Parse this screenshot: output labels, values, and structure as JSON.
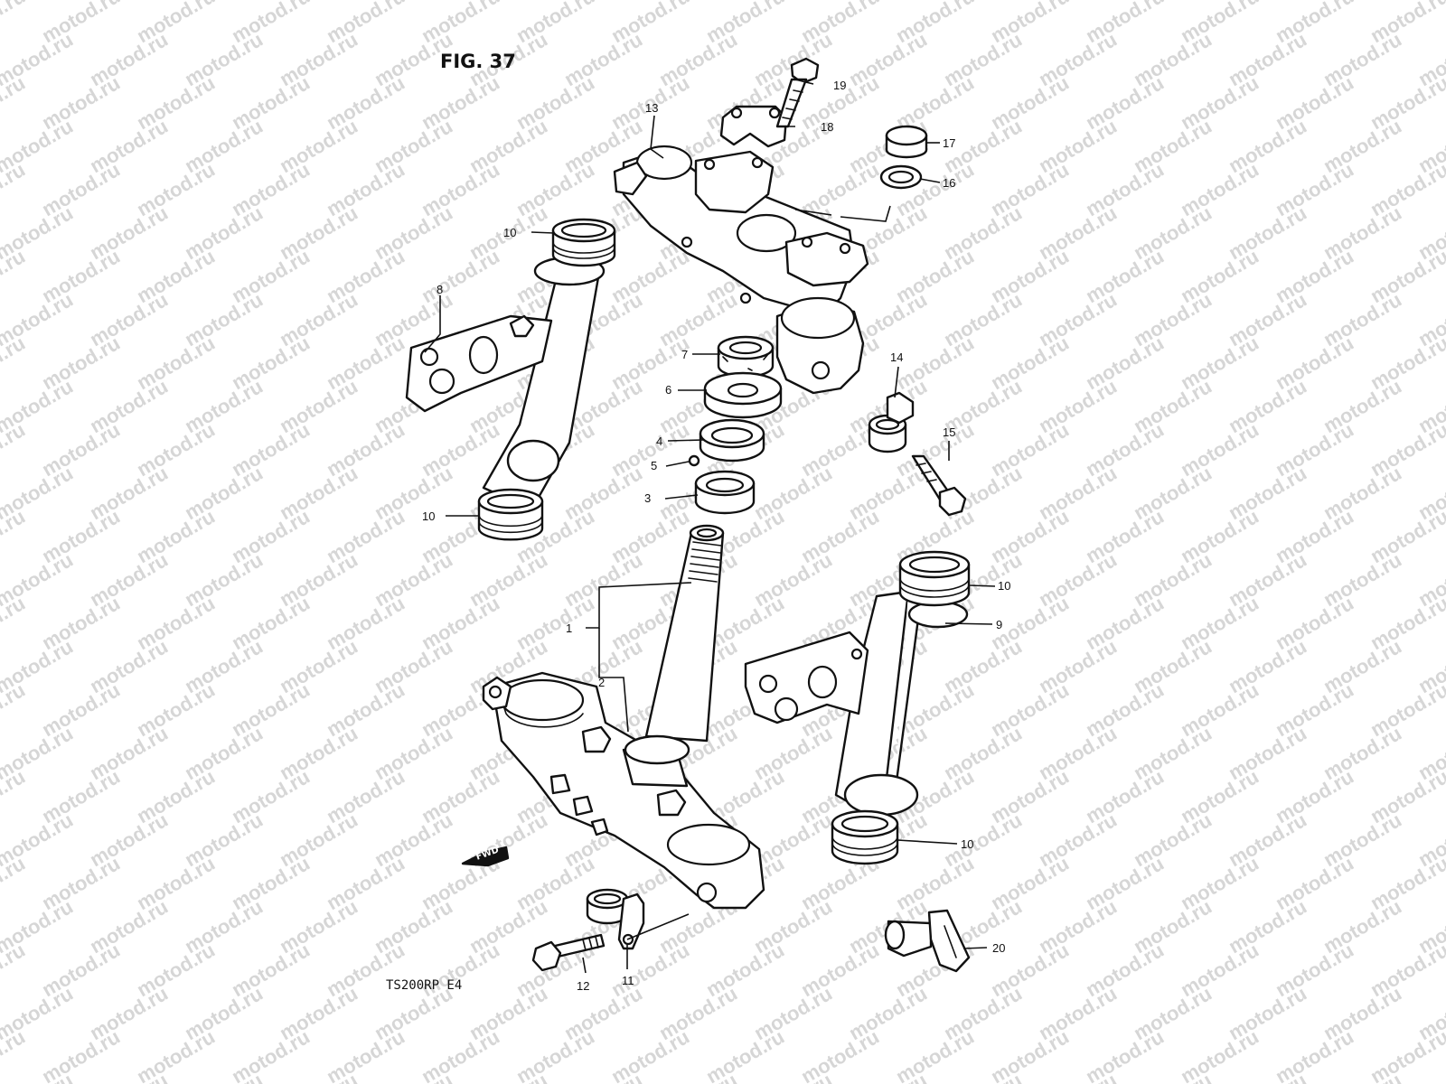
{
  "figure": {
    "title": "FIG. 37",
    "model_code": "TS200RP E4",
    "direction_label": "FWD"
  },
  "watermark": "motod.ru",
  "callouts": {
    "c1": "1",
    "c2": "2",
    "c3": "3",
    "c4": "4",
    "c5": "5",
    "c6": "6",
    "c7": "7",
    "c8": "8",
    "c9": "9",
    "c10a": "10",
    "c10b": "10",
    "c10c": "10",
    "c10d": "10",
    "c11": "11",
    "c12": "12",
    "c13": "13",
    "c14": "14",
    "c15": "15",
    "c16": "16",
    "c17": "17",
    "c18": "18",
    "c19": "19",
    "c20": "20"
  },
  "colors": {
    "line": "#111111",
    "background": "#ffffff",
    "watermark": "#d6d6d6"
  }
}
